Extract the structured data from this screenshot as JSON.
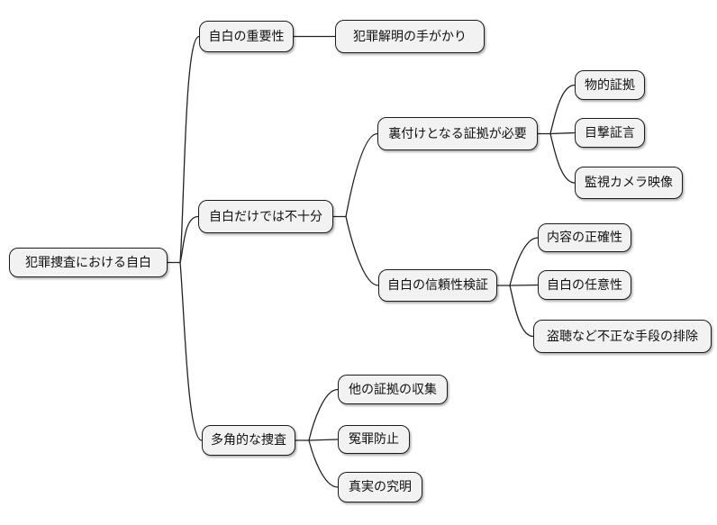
{
  "diagram": {
    "type": "mindmap",
    "title": "犯罪捜査における自白",
    "colors": {
      "background": "#ffffff",
      "node_fill": "#f2f2f2",
      "node_border": "#1c1c1c",
      "edge_line": "#222222"
    },
    "nodes": {
      "root": {
        "label": "犯罪捜査における自白"
      },
      "importance": {
        "label": "自白の重要性"
      },
      "clue": {
        "label": "犯罪解明の手がかり"
      },
      "insufficient": {
        "label": "自白だけでは不十分"
      },
      "evidence_needed": {
        "label": "裏付けとなる証拠が必要"
      },
      "physical": {
        "label": "物的証拠"
      },
      "witness": {
        "label": "目撃証言"
      },
      "camera": {
        "label": "監視カメラ映像"
      },
      "reliability": {
        "label": "自白の信頼性検証"
      },
      "accuracy": {
        "label": "内容の正確性"
      },
      "voluntariness": {
        "label": "自白の任意性"
      },
      "wiretap": {
        "label": "盗聴など不正な手段の排除"
      },
      "multifaceted": {
        "label": "多角的な捜査"
      },
      "other_evidence": {
        "label": "他の証拠の収集"
      },
      "false_accusation": {
        "label": "冤罪防止"
      },
      "truth": {
        "label": "真実の究明"
      }
    },
    "edges": [
      {
        "from": "root",
        "to": "importance"
      },
      {
        "from": "root",
        "to": "insufficient"
      },
      {
        "from": "root",
        "to": "multifaceted"
      },
      {
        "from": "importance",
        "to": "clue"
      },
      {
        "from": "insufficient",
        "to": "evidence_needed"
      },
      {
        "from": "insufficient",
        "to": "reliability"
      },
      {
        "from": "evidence_needed",
        "to": "physical"
      },
      {
        "from": "evidence_needed",
        "to": "witness"
      },
      {
        "from": "evidence_needed",
        "to": "camera"
      },
      {
        "from": "reliability",
        "to": "accuracy"
      },
      {
        "from": "reliability",
        "to": "voluntariness"
      },
      {
        "from": "reliability",
        "to": "wiretap"
      },
      {
        "from": "multifaceted",
        "to": "other_evidence"
      },
      {
        "from": "multifaceted",
        "to": "false_accusation"
      },
      {
        "from": "multifaceted",
        "to": "truth"
      }
    ]
  }
}
